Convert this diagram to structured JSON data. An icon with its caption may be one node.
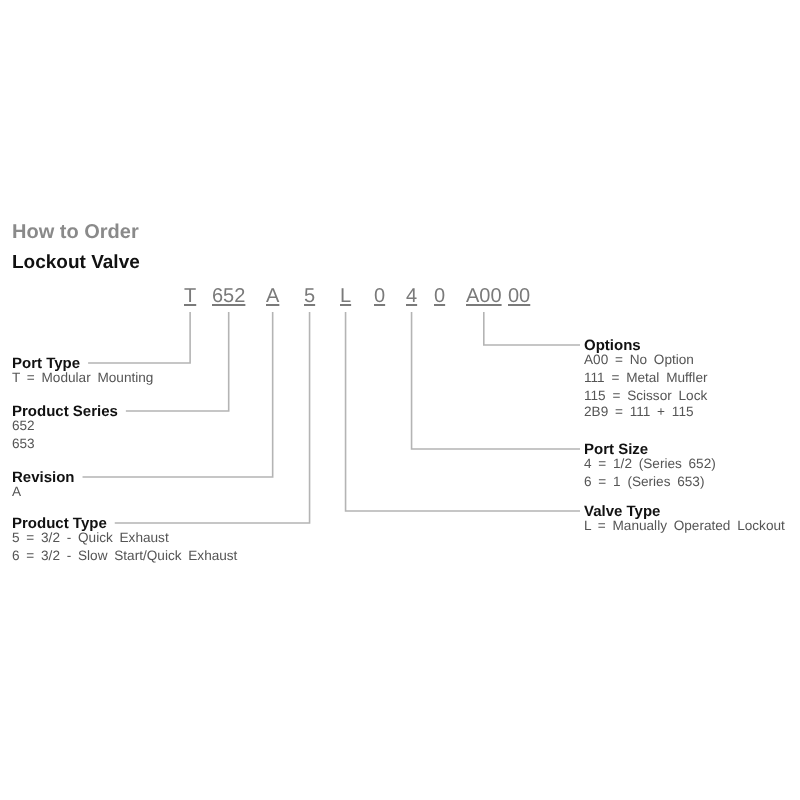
{
  "diagram": {
    "title": "How to Order",
    "nodes": [
      {
        "text": [
          "T"
        ]
      },
      {
        "text": [
          "652"
        ]
      },
      {
        "text": [
          "A"
        ]
      },
      {
        "text": [
          "5"
        ]
      },
      {
        "text": [
          "L"
        ]
      },
      {
        "text": [
          "4"
        ]
      },
      {
        "text": [
          "A00"
        ]
      },
      {
        "text": [
          "Options",
          "A00 = No Option",
          "111 = Metal Muffler",
          "115 = Scissor Lock",
          "2B9 = 111 + 115"
        ]
      },
      {
        "text": [
          "Port Type",
          "T = Modular Mounting"
        ]
      },
      {
        "text": [
          "Product Series",
          "652",
          "653"
        ]
      },
      {
        "text": [
          "Port Size",
          "4 = 1/2 (Series 652)",
          "6 = 1 (Series 653)"
        ]
      },
      {
        "text": [
          "Revision",
          "A"
        ]
      },
      {
        "text": [
          "Valve Type",
          "L = Manually Operated Lockout"
        ]
      },
      {
        "text": [
          "Product Type",
          "5 = 3/2 - Quick Exhaust",
          "6 = 3/2 - Slow Start/Quick Exhaust"
        ]
      }
    ],
    "edges": [
      {
        "from": 0,
        "to": 8,
        "arrow": "none"
      },
      {
        "from": 1,
        "to": 9,
        "arrow": "none"
      },
      {
        "from": 2,
        "to": 11,
        "arrow": "none"
      },
      {
        "from": 3,
        "to": 13,
        "arrow": "none"
      },
      {
        "from": 4,
        "to": 12,
        "arrow": "none"
      },
      {
        "from": 5,
        "to": 10,
        "arrow": "none"
      },
      {
        "from": 6,
        "to": 7,
        "arrow": "none"
      }
    ],
    "labels": [
      "Lockout Valve",
      "0",
      "0",
      "00"
    ]
  }
}
